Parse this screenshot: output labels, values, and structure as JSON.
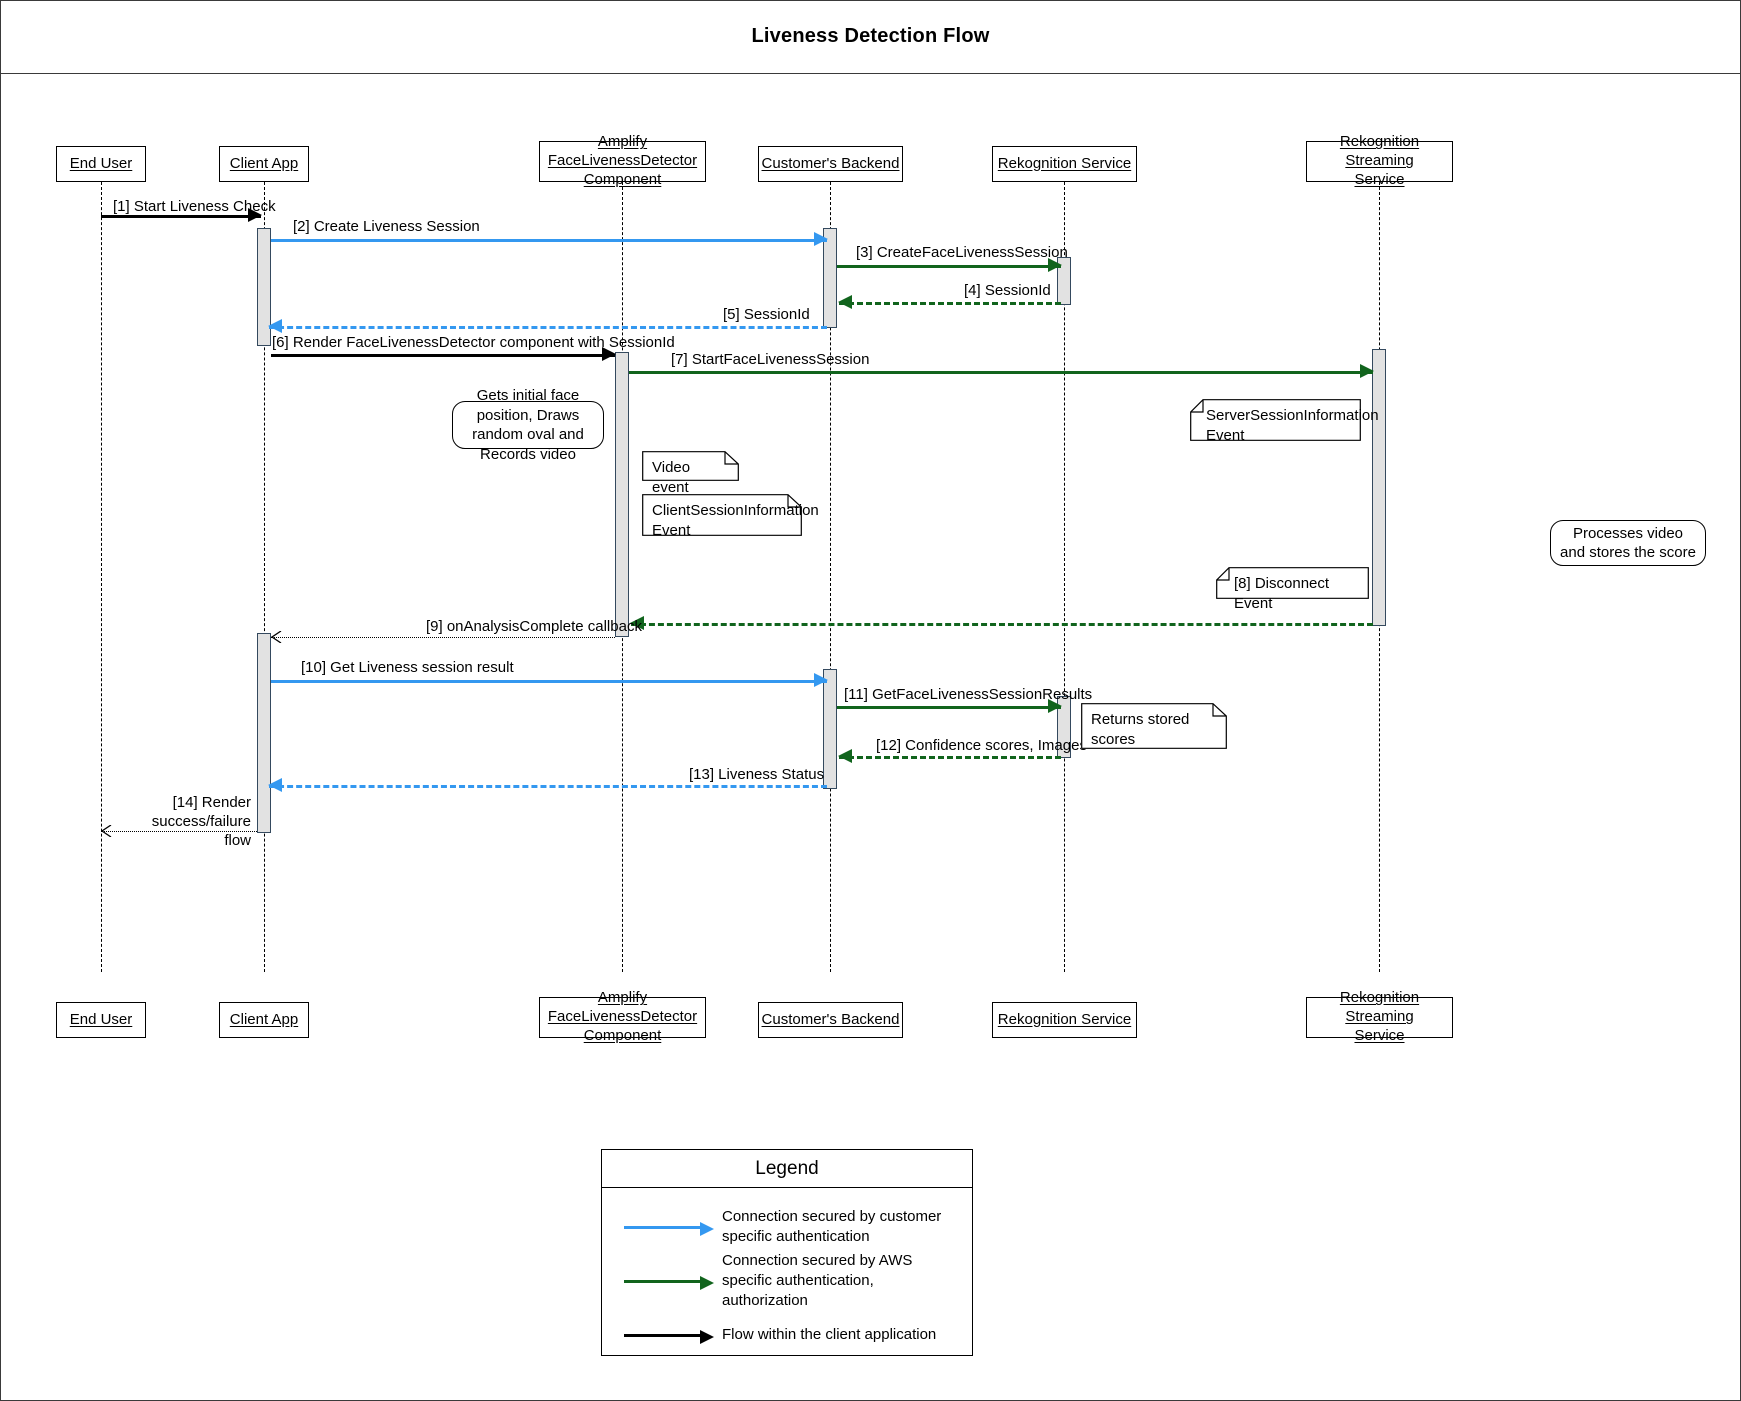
{
  "diagram": {
    "title": "Liveness Detection Flow"
  },
  "lifelines": [
    {
      "id": "end-user",
      "label": "End User",
      "label2": ""
    },
    {
      "id": "client-app",
      "label": "Client App",
      "label2": ""
    },
    {
      "id": "amplify-component",
      "label": "Amplify FaceLivenessDetector",
      "label2": "Component"
    },
    {
      "id": "customers-backend",
      "label": "Customer's Backend",
      "label2": ""
    },
    {
      "id": "rekognition-service",
      "label": "Rekognition Service",
      "label2": ""
    },
    {
      "id": "rekognition-streaming",
      "label": "Rekognition Streaming",
      "label2": "Service"
    }
  ],
  "messages": [
    {
      "id": "m1",
      "label": "[1] Start Liveness Check"
    },
    {
      "id": "m2",
      "label": "[2] Create Liveness Session"
    },
    {
      "id": "m3",
      "label": "[3] CreateFaceLivenessSession"
    },
    {
      "id": "m4",
      "label": "[4] SessionId"
    },
    {
      "id": "m5",
      "label": "[5] SessionId"
    },
    {
      "id": "m6",
      "label": "[6] Render FaceLivenessDetector component with SessionId"
    },
    {
      "id": "m7",
      "label": "[7] StartFaceLivenessSession"
    },
    {
      "id": "m9",
      "label": "[9] onAnalysisComplete callback"
    },
    {
      "id": "m10",
      "label": "[10] Get Liveness session result"
    },
    {
      "id": "m11",
      "label": "[11] GetFaceLivenessSessionResults"
    },
    {
      "id": "m12",
      "label": "[12] Confidence scores, Images"
    },
    {
      "id": "m13",
      "label": "[13] Liveness Status"
    },
    {
      "id": "m14",
      "label": "[14] Render\nsuccess/failure flow"
    }
  ],
  "notes": [
    {
      "id": "note-gets-initial-face",
      "text": "Gets initial face position, Draws random oval and Records video"
    },
    {
      "id": "note-video-event",
      "text": "Video event"
    },
    {
      "id": "note-client-session",
      "text": "ClientSessionInformation Event"
    },
    {
      "id": "note-server-session",
      "text": "ServerSessionInformation Event"
    },
    {
      "id": "note-processes-video",
      "text": "Processes video and stores the score"
    },
    {
      "id": "note-disconnect-event",
      "text": "[8] Disconnect Event"
    },
    {
      "id": "note-returns-scores",
      "text": "Returns stored scores"
    }
  ],
  "legend": {
    "title": "Legend",
    "rows": [
      {
        "color": "#3498f0",
        "text": "Connection secured by customer specific authentication"
      },
      {
        "color": "#11641d",
        "text": "Connection secured by AWS specific authentication, authorization"
      },
      {
        "color": "#000000",
        "text": "Flow within the client application"
      }
    ]
  },
  "colors": {
    "customer_auth": "#3498f0",
    "aws_auth": "#11641d",
    "client_flow": "#000000",
    "activation_fill": "#e2e2e2",
    "activation_border": "#34495e"
  }
}
